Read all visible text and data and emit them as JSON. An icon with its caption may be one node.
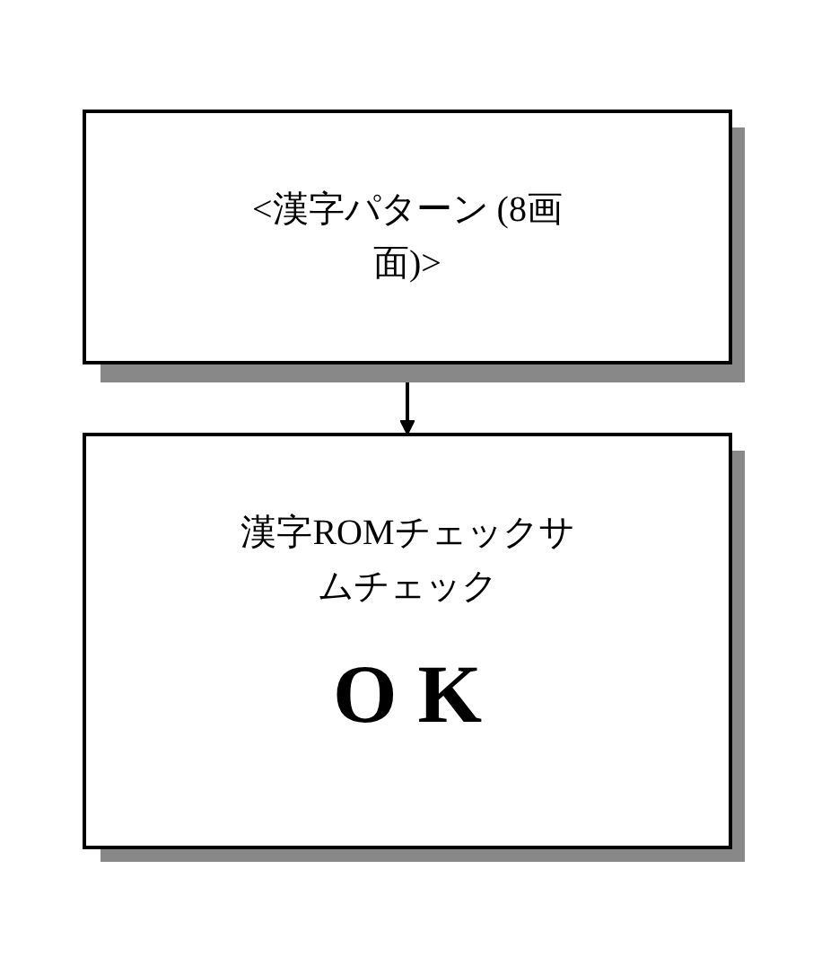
{
  "diagram": {
    "nodes": [
      {
        "text": [
          "<漢字パターン (8画面)>"
        ]
      },
      {
        "text": [
          "漢字ROMチェックサムチェック",
          "O K"
        ]
      }
    ],
    "edges": [
      {
        "from": 0,
        "to": 1,
        "arrow": "to"
      }
    ]
  }
}
